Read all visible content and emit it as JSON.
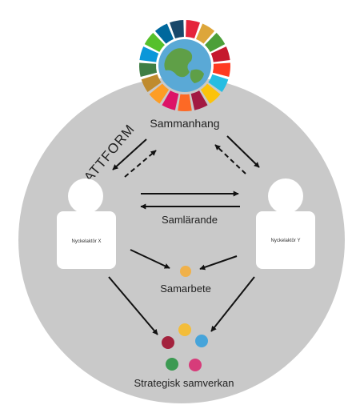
{
  "platform_label": "PLATTFORM",
  "top_label": "Sammanhang",
  "middle_label": "Samlärande",
  "cooperation_label": "Samarbete",
  "bottom_label": "Strategisk samverkan",
  "actor_left_label": "Nyckelaktör X",
  "actor_right_label": "Nyckelaktör Y",
  "colors": {
    "circle_fill": "#c9c9c9",
    "person_fill": "#ffffff",
    "arrow": "#111111",
    "cooperation_dot": "#f0b14a",
    "strategy_dots": [
      "#f3bd3a",
      "#a3223d",
      "#46a4da",
      "#3c9a52",
      "#d73c7a"
    ],
    "sdg_ring": [
      "#e5243b",
      "#dda63a",
      "#4c9f38",
      "#c5192d",
      "#ff3a21",
      "#26bde2",
      "#fcc30b",
      "#a21942",
      "#fd6925",
      "#dd1367",
      "#fd9d24",
      "#bf8b2e",
      "#3f7e44",
      "#0a97d9",
      "#56c02b",
      "#00689d",
      "#19486a"
    ],
    "globe_ocean": "#5aa9d6",
    "globe_land": "#5f9f47"
  },
  "icons": [
    "sdg-wheel-icon",
    "person-icon",
    "arrow-icon"
  ]
}
